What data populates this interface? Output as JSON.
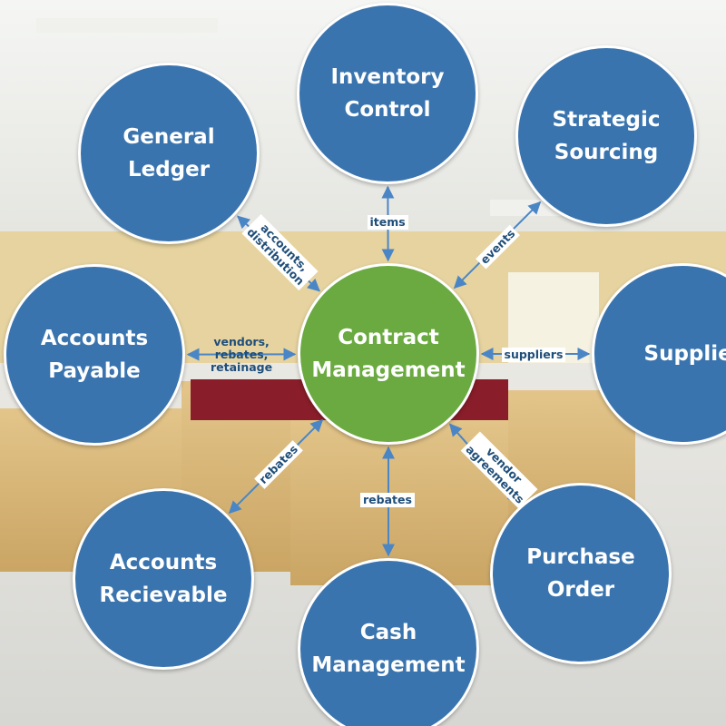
{
  "colors": {
    "node_blue": "#3a74ae",
    "node_green": "#6aaa40",
    "arrow": "#4a86c6",
    "label_text": "#1f4e79"
  },
  "center": {
    "label": "Contract\nManagement"
  },
  "nodes": [
    {
      "key": "inventory",
      "label": "Inventory\nControl"
    },
    {
      "key": "sourcing",
      "label": "Strategic\nSourcing"
    },
    {
      "key": "supplier",
      "label": "Supplier Portal"
    },
    {
      "key": "purchase",
      "label": "Purchase\nOrder"
    },
    {
      "key": "cash",
      "label": "Cash\nManagement"
    },
    {
      "key": "receivable",
      "label": "Accounts\nRecievable"
    },
    {
      "key": "payable",
      "label": "Accounts\nPayable"
    },
    {
      "key": "ledger",
      "label": "General Ledger"
    }
  ],
  "links": [
    {
      "to": "inventory",
      "label": "items"
    },
    {
      "to": "sourcing",
      "label": "events"
    },
    {
      "to": "supplier",
      "label": "suppliers"
    },
    {
      "to": "purchase",
      "label": "vendor\nagreements"
    },
    {
      "to": "cash",
      "label": "rebates"
    },
    {
      "to": "receivable",
      "label": "rebates"
    },
    {
      "to": "payable",
      "label": "vendors,\nrebates,\nretainage"
    },
    {
      "to": "ledger",
      "label": "accounts,\ndistribution"
    }
  ]
}
